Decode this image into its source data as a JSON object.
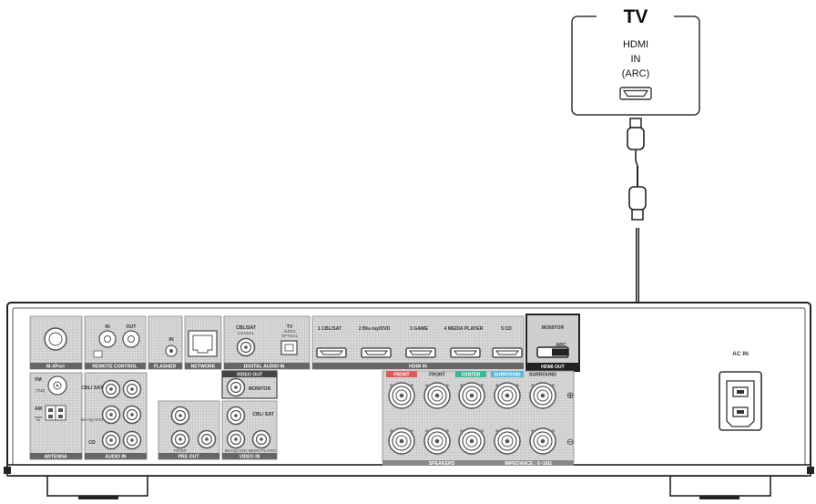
{
  "tv": {
    "title": "TV",
    "line1": "HDMI",
    "line2": "IN",
    "line3": "(ARC)"
  },
  "receiver": {
    "mxport": "M-XPort",
    "remote_in": "IN",
    "remote_out": "OUT",
    "remote_control": "REMOTE CONTROL",
    "flasher_in": "IN",
    "flasher": "FLASHER",
    "network": "NETWORK",
    "digital_coax": "CBL/SAT",
    "digital_coax_sub": "COAXIAL",
    "digital_tv": "TV",
    "digital_tv_sub1": "AUDIO",
    "digital_tv_sub2": "OPTICAL",
    "digital_audio_in": "DIGITAL AUDIO IN",
    "hdmi_in_labels": [
      "1 CBL/SAT",
      "2 Blu-ray/DVD",
      "3 GAME",
      "4 MEDIA PLAYER",
      "5 CD"
    ],
    "hdmi_in": "HDMI IN",
    "monitor": "MONITOR",
    "arc": "ARC",
    "hdmi_out": "HDMI OUT",
    "ac_in": "AC IN",
    "fm": "FM",
    "fm_ohm": "(75Ω)",
    "am": "AM",
    "antenna": "ANTENNA",
    "audio_in_1": "CBL/ SAT",
    "audio_in_2": "Blu-ray/ DVD",
    "audio_in_3": "CD",
    "audio_in": "AUDIO IN",
    "pre_out_front": "FRONT",
    "pre_out": "PRE OUT",
    "video_out": "VIDEO OUT",
    "video_out_monitor": "MONITOR",
    "video_in_1": "CBL/ SAT",
    "video_in_2": "Blu-ray/ DVD",
    "video_in_3": "MEDIA PLAYER",
    "video_in": "VIDEO IN",
    "spk_front": "FRONT",
    "spk_center": "CENTER",
    "spk_surround": "SURROUND",
    "speakers": "SPEAKERS",
    "impedance": "IMPEDANCE : 6~16Ω"
  },
  "colors": {
    "cable": "#111111",
    "panel_bg": "#d9d9d9",
    "front_tag": "#e05a5a",
    "center_tag": "#3cb89a",
    "surround_tag": "#5ab6d8"
  }
}
